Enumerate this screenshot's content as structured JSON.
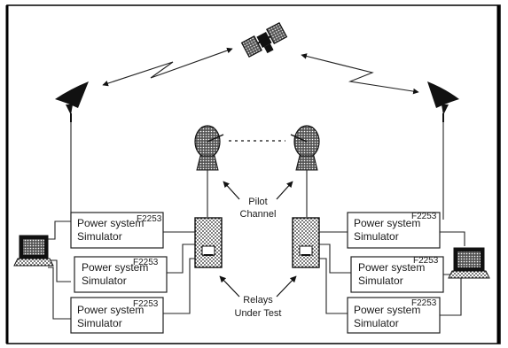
{
  "simulators": {
    "left": [
      {
        "line1": "Power system",
        "line2": "Simulator",
        "code": "F2253"
      },
      {
        "line1": "Power system",
        "line2": "Simulator",
        "code": "F2253"
      },
      {
        "line1": "Power system",
        "line2": "Simulator",
        "code": "F2253"
      }
    ],
    "right": [
      {
        "line1": "Power system",
        "line2": "Simulator",
        "code": "F2253"
      },
      {
        "line1": "Power system",
        "line2": "Simulator",
        "code": "F2253"
      },
      {
        "line1": "Power system",
        "line2": "Simulator",
        "code": "F2253"
      }
    ]
  },
  "labels": {
    "pilot_line1": "Pilot",
    "pilot_line2": "Channel",
    "relays_line1": "Relays",
    "relays_line2": "Under Test"
  },
  "icons": [
    "satellite-icon",
    "dish-antenna-icon",
    "microwave-dish-icon",
    "relay-icon",
    "computer-icon"
  ]
}
